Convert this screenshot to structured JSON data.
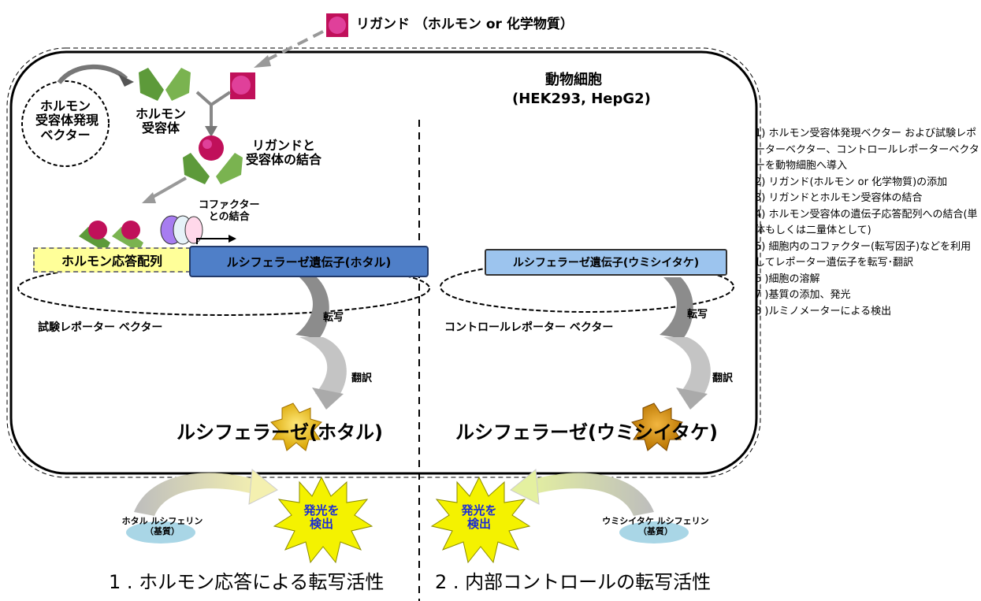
{
  "ligand_label": "リガンド （ホルモン or 化学物質）",
  "cell": {
    "title": "動物細胞",
    "lines": "(HEK293, HepG2)"
  },
  "expression_vector": [
    "ホルモン",
    "受容体発現",
    "ベクター"
  ],
  "receptor": [
    "ホルモン",
    "受容体"
  ],
  "binding": [
    "リガンドと",
    "受容体の結合"
  ],
  "cofactor": [
    "コファクター",
    "との結合"
  ],
  "response_element": "ホルモン応答配列",
  "firefly_gene": "ルシフェラーゼ遺伝子(ホタル)",
  "renilla_gene": "ルシフェラーゼ遺伝子(ウミシイタケ)",
  "test_vector": "試験レポーター ベクター",
  "control_vector": "コントロールレポーター ベクター",
  "transcription": "転写",
  "translation": "翻訳",
  "firefly_luciferase": "ルシフェラーゼ(ホタル)",
  "renilla_luciferase": "ルシフェラーゼ(ウミシイタケ)",
  "firefly_substrate": [
    "ホタル ルシフェリン",
    "（基質）"
  ],
  "renilla_substrate": [
    "ウミシイタケ ルシフェリン",
    "（基質）"
  ],
  "detect": [
    "発光を",
    "検出"
  ],
  "caption_left": "1 . ホルモン応答による転写活性",
  "caption_right": "2 . 内部コントロールの転写活性",
  "steps": [
    "1) ホルモン受容体発現ベクター および試験レポーターベクター、コントロールレポーターベクターを動物細胞へ導入",
    "2) リガンド(ホルモン or 化学物質)の添加",
    "3) リガンドとホルモン受容体の結合",
    "4) ホルモン受容体の遺伝子応答配列への結合(単体もしくは二量体として)",
    "5) 細胞内のコファクター(転写因子)などを利用してレポーター遺伝子を転写･翻訳",
    "6 )細胞の溶解",
    "7 )基質の添加、発光",
    "8 )ルミノメーターによる検出"
  ],
  "colors": {
    "receptor_green": "#6fa84a",
    "ligand_magenta": "#c0105a",
    "firefly_box": "#4f7fc8",
    "renilla_box": "#9cc4ee",
    "response_box": "#ffff99",
    "star_yellow": "#f4f200",
    "detect_text": "#1a2bd6",
    "substrate_ellipse": "#a9d6e6"
  }
}
